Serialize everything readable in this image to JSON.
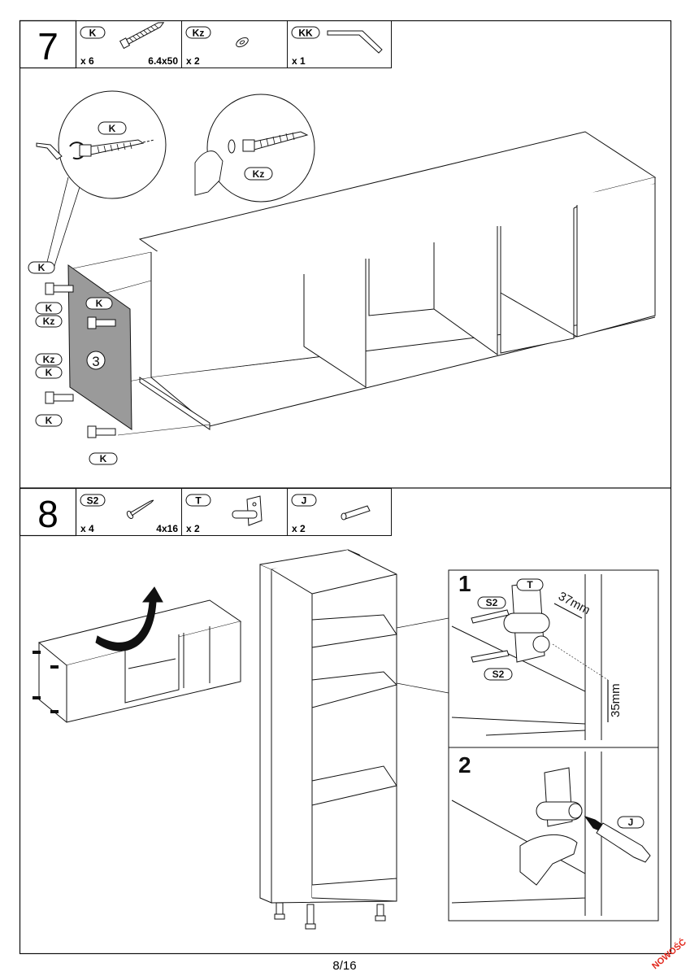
{
  "page_number": "8/16",
  "badge": "NOWOŚĆ",
  "step7": {
    "number": "7",
    "parts": [
      {
        "code": "K",
        "qty": "x 6",
        "size": "6.4x50",
        "icon": "screw-icon"
      },
      {
        "code": "Kz",
        "qty": "x 2",
        "size": "",
        "icon": "cap-icon"
      },
      {
        "code": "KK",
        "qty": "x 1",
        "size": "",
        "icon": "allen-key-icon"
      }
    ],
    "panel_label": "3",
    "callouts": {
      "detail_left": "K",
      "detail_right": "Kz",
      "side": [
        "K",
        "K",
        "Kz",
        "K",
        "Kz",
        "K",
        "K",
        "K"
      ]
    }
  },
  "step8": {
    "number": "8",
    "parts": [
      {
        "code": "S2",
        "qty": "x 4",
        "size": "4x16",
        "icon": "small-screw-icon"
      },
      {
        "code": "T",
        "qty": "x 2",
        "size": "",
        "icon": "shelf-support-icon"
      },
      {
        "code": "J",
        "qty": "x 2",
        "size": "",
        "icon": "pin-icon"
      }
    ],
    "detail1": {
      "label": "1",
      "part_t": "T",
      "screw_a": "S2",
      "screw_b": "S2",
      "dim_a": "37mm",
      "dim_b": "35mm"
    },
    "detail2": {
      "label": "2",
      "part_j": "J"
    }
  }
}
